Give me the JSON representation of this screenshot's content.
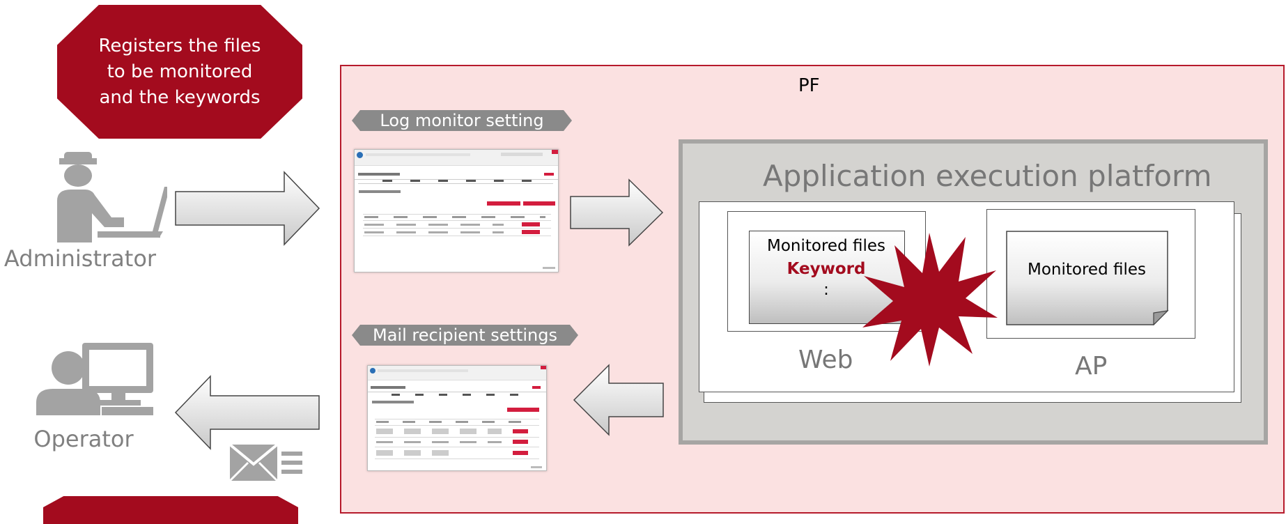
{
  "colors": {
    "accent": "#a30b1e",
    "pf_background": "#fbe1e1",
    "pf_border": "#b61a2b",
    "platform_background": "#d4d3d0",
    "label_gray": "#808080"
  },
  "admin_callout": {
    "line1": "Registers the files",
    "line2": "to be monitored",
    "line3": "and the keywords"
  },
  "administrator_label": "Administrator",
  "operator_label": "Operator",
  "pf_label": "PF",
  "log_monitor_tab": "Log monitor setting",
  "mail_recipient_tab": "Mail recipient settings",
  "platform_title": "Application execution platform",
  "web": {
    "label": "Web",
    "doc_line1": "Monitored files",
    "doc_keyword": "Keyword",
    "doc_dots": ":"
  },
  "ap": {
    "label": "AP",
    "doc_line1": "Monitored files"
  },
  "icons": {
    "administrator": "administrator-icon",
    "operator": "operator-icon",
    "mail": "mail-icon",
    "alert": "alert-burst-icon"
  }
}
